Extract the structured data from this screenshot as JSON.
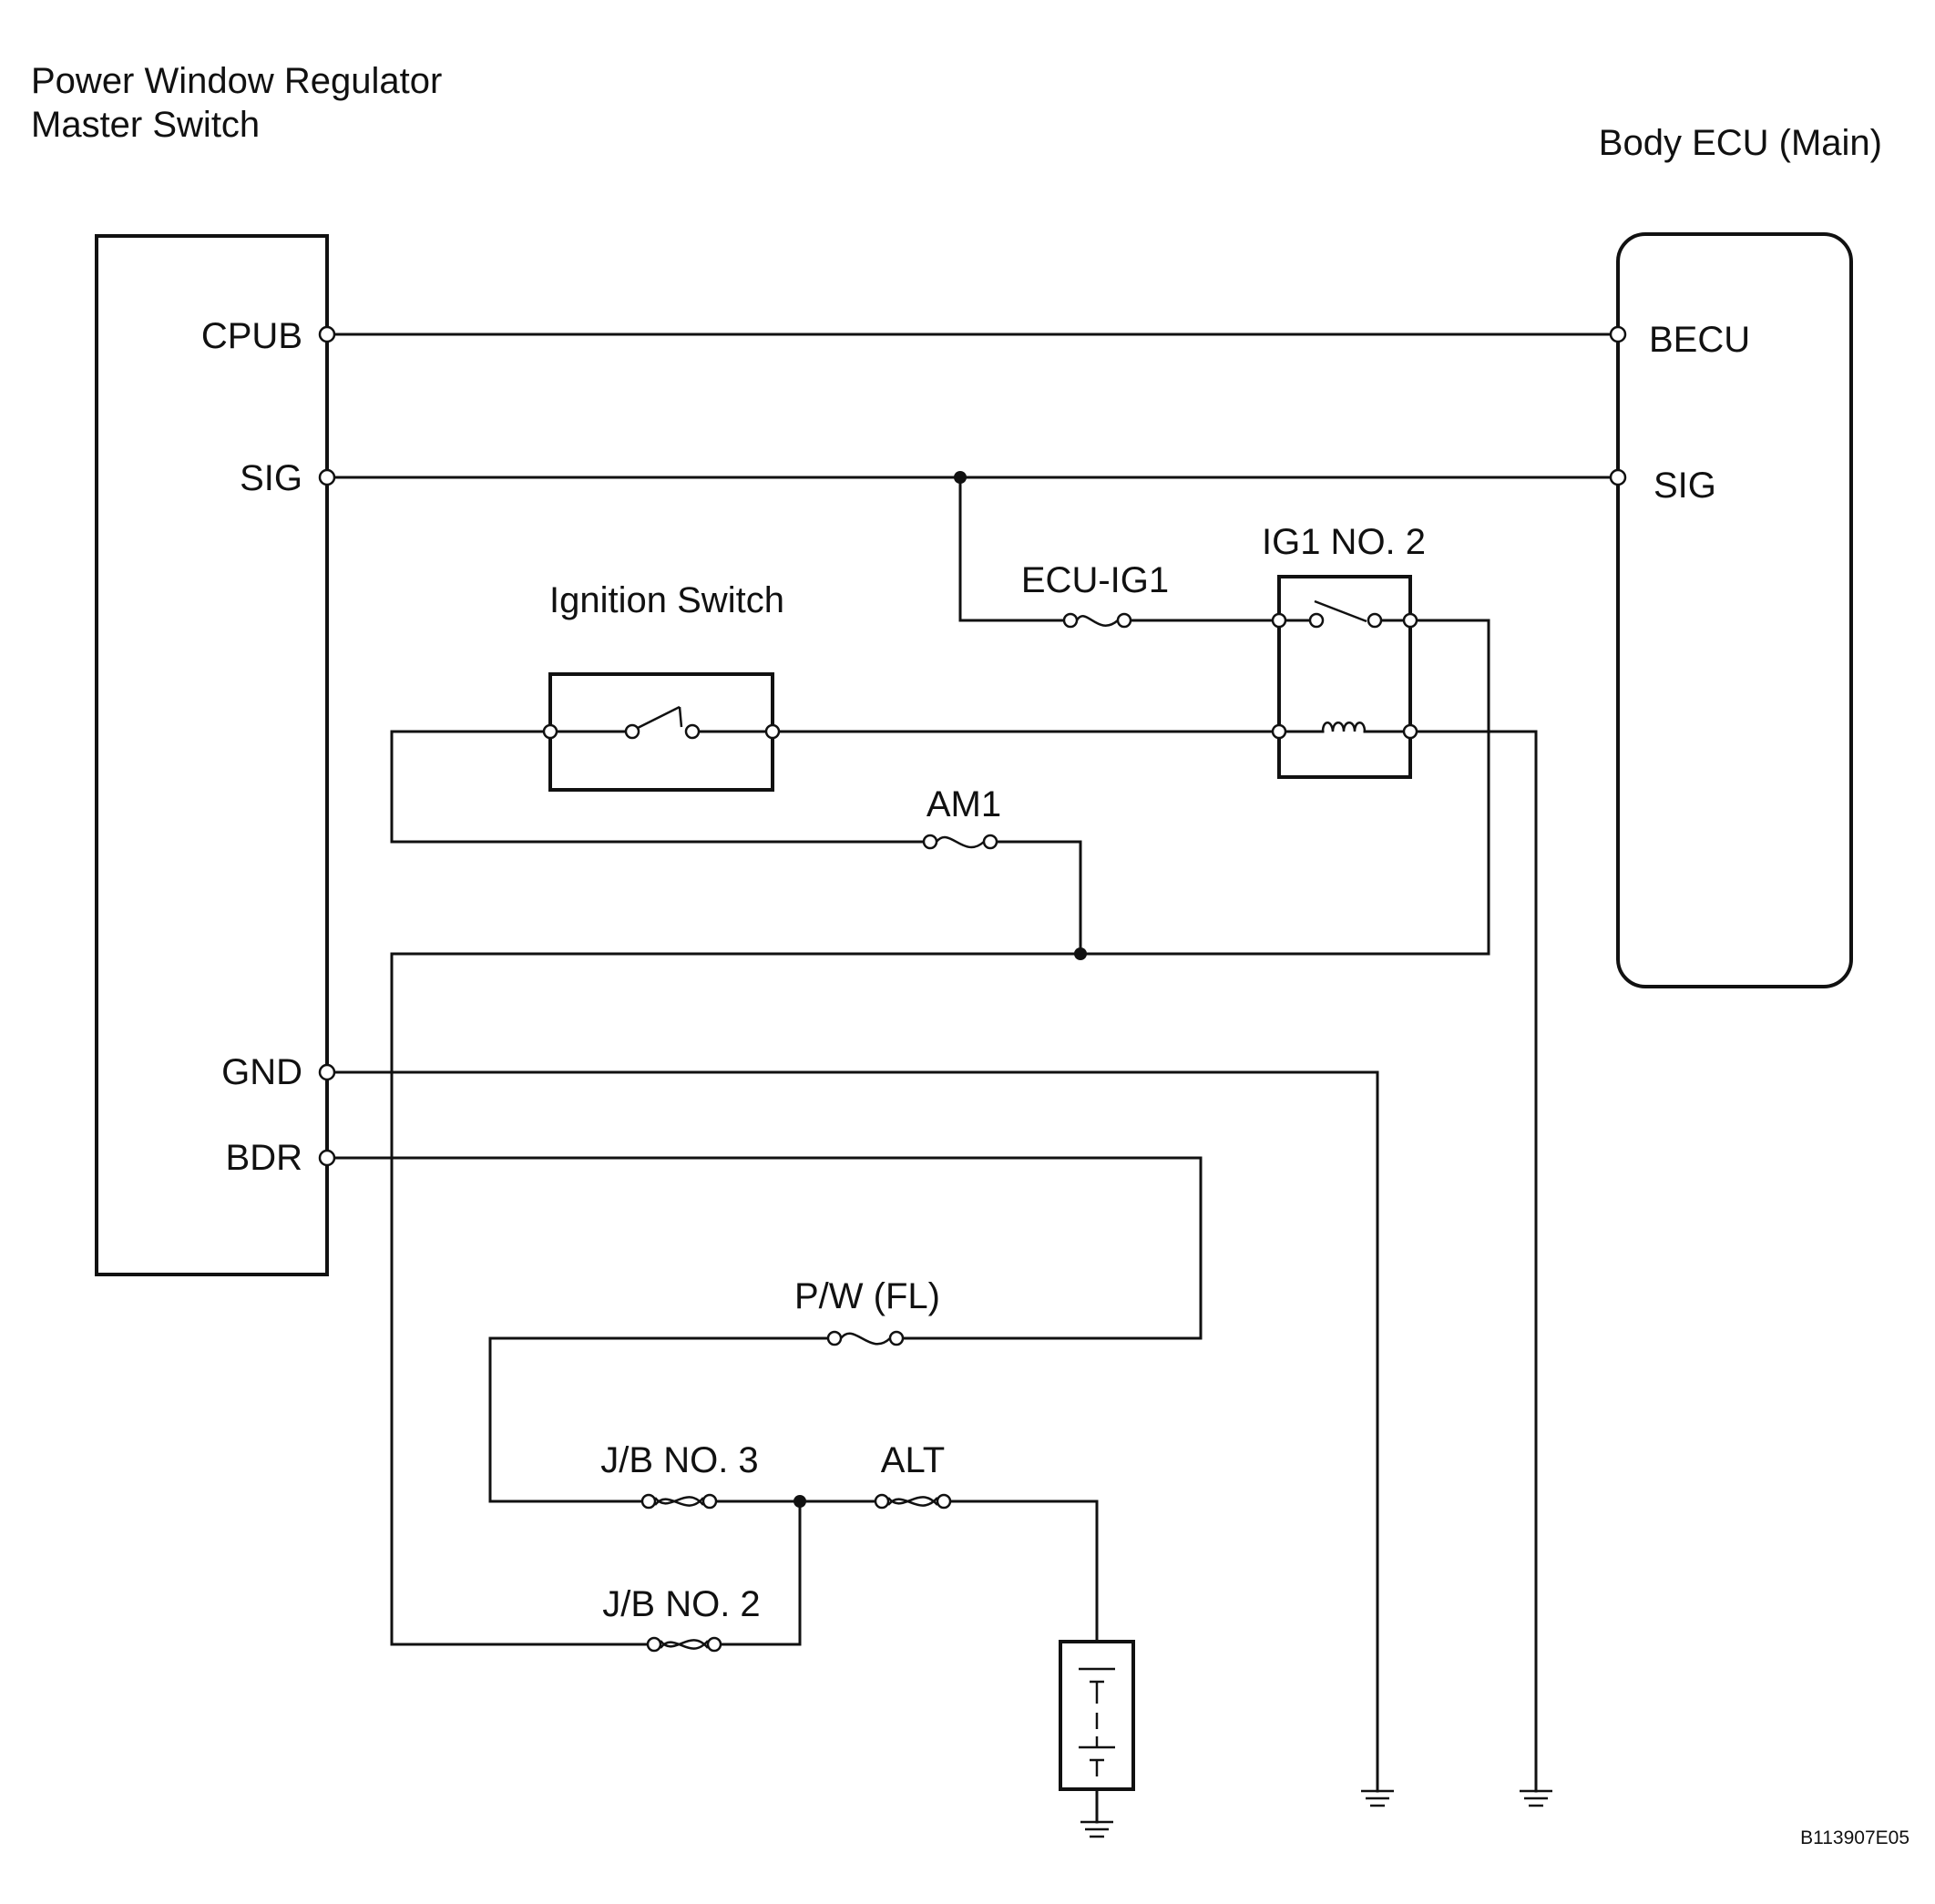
{
  "components": {
    "master_switch": {
      "title_line1": "Power Window Regulator",
      "title_line2": "Master Switch",
      "pins": {
        "cpub": "CPUB",
        "sig": "SIG",
        "gnd": "GND",
        "bdr": "BDR"
      }
    },
    "body_ecu": {
      "title": "Body ECU (Main)",
      "pins": {
        "becu": "BECU",
        "sig": "SIG"
      }
    },
    "ignition_switch": {
      "label": "Ignition Switch"
    },
    "relay": {
      "label": "IG1 NO. 2"
    },
    "fuses": {
      "ecu_ig1": "ECU-IG1",
      "am1": "AM1",
      "pw_fl": "P/W (FL)",
      "jb3": "J/B NO. 3",
      "alt": "ALT",
      "jb2": "J/B NO. 2"
    }
  },
  "figure_code": "B113907E05"
}
